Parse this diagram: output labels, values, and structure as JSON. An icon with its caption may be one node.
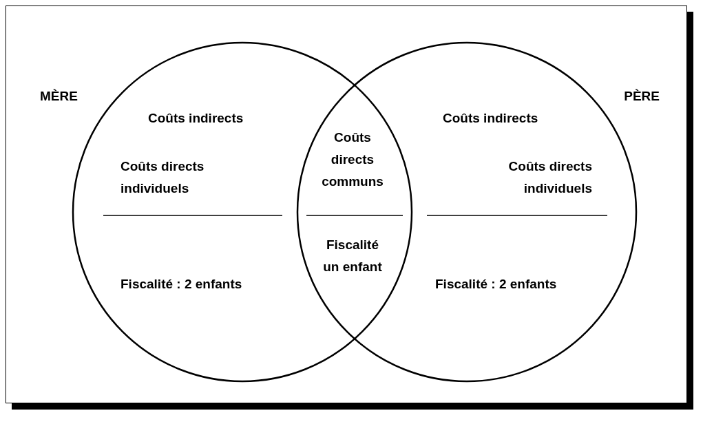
{
  "diagram": {
    "nodes": [
      {
        "text": [
          "MÈRE",
          "Coûts indirects",
          "Coûts directs individuels",
          "Fiscalité : 2 enfants"
        ]
      },
      {
        "text": [
          "PÈRE",
          "Coûts indirects",
          "Coûts directs individuels",
          "Fiscalité : 2 enfants"
        ]
      },
      {
        "text": [
          "Coûts directs communs",
          "Fiscalité un enfant"
        ]
      }
    ],
    "edges": []
  }
}
